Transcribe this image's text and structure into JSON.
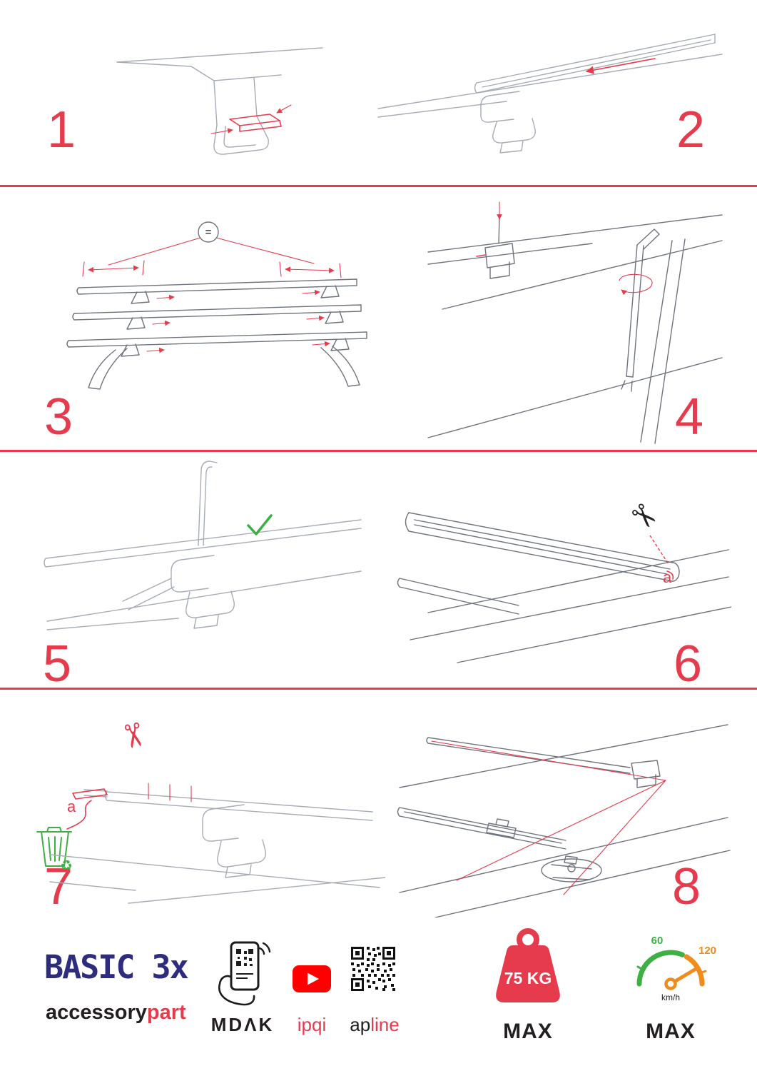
{
  "steps": [
    {
      "number": "1"
    },
    {
      "number": "2"
    },
    {
      "number": "3"
    },
    {
      "number": "4"
    },
    {
      "number": "5"
    },
    {
      "number": "6"
    },
    {
      "number": "7"
    },
    {
      "number": "8"
    }
  ],
  "annotations": {
    "equal_sign": "=",
    "cut_label_6": "a",
    "cut_label_7": "a"
  },
  "icons": {
    "scissors": "✂",
    "recycle": "♻"
  },
  "footer": {
    "product_name": "BASIC 3x",
    "brand_primary": "accessory",
    "brand_accent": "part",
    "logo_mdak": "MDΛK",
    "logo_ipqi": "ipqi",
    "logo_apline_primary": "ap",
    "logo_apline_accent": "line",
    "weight_value": "75 KG",
    "weight_max_label": "MAX",
    "speed_start_label": "60",
    "speed_end_label": "120",
    "speed_unit": "km/h",
    "speed_max_label": "MAX"
  },
  "colors": {
    "accent_red": "#e63b4c",
    "brand_blue": "#2e2c7e",
    "eco_green": "#3cb043",
    "gauge_orange": "#f08c1e",
    "youtube_red": "#ff0000"
  }
}
